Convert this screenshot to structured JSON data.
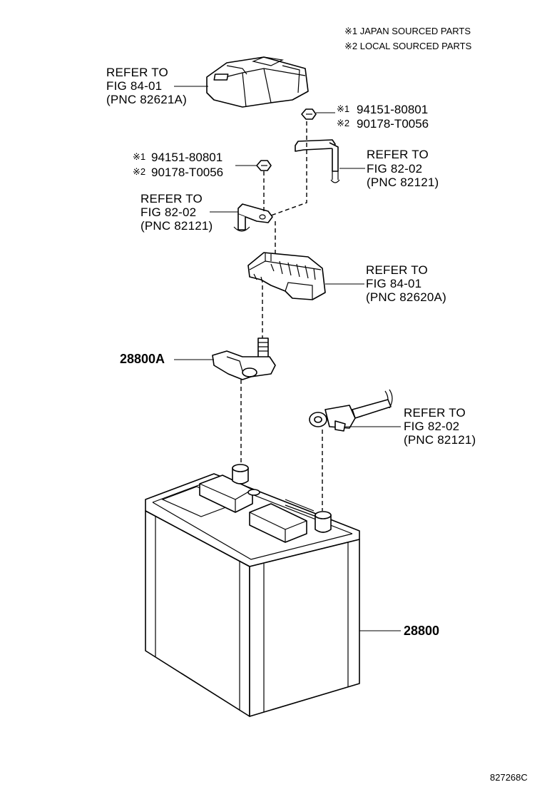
{
  "legend": {
    "note1": "※1 JAPAN SOURCED PARTS",
    "note2": "※2 LOCAL SOURCED PARTS"
  },
  "refs": {
    "cover": [
      "REFER TO",
      "FIG 84-01",
      "(PNC 82621A)"
    ],
    "bracket_right": [
      "REFER TO",
      "FIG 82-02",
      "(PNC 82121)"
    ],
    "bracket_left": [
      "REFER TO",
      "FIG 82-02",
      "(PNC 82121)"
    ],
    "fuse_block": [
      "REFER TO",
      "FIG 84-01",
      "(PNC 82620A)"
    ],
    "neg_cable": [
      "REFER TO",
      "FIG 82-02",
      "(PNC 82121)"
    ]
  },
  "nuts": {
    "upper": {
      "mark1": "※1",
      "pn1": "94151-80801",
      "mark2": "※2",
      "pn2": "90178-T0056"
    },
    "lower": {
      "mark1": "※1",
      "pn1": "94151-80801",
      "mark2": "※2",
      "pn2": "90178-T0056"
    }
  },
  "parts": {
    "terminal": "28800A",
    "battery": "28800"
  },
  "figure_code": "827268C"
}
